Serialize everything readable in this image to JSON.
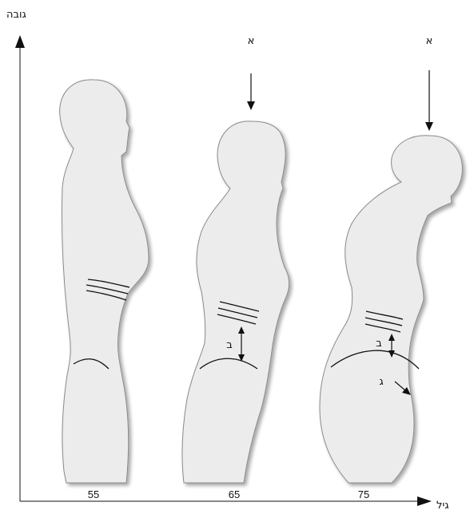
{
  "axes": {
    "y_label": "גובה",
    "x_label": "גיל"
  },
  "figures": [
    {
      "age": "55"
    },
    {
      "age": "65",
      "label_head": "א",
      "label_back": "ב"
    },
    {
      "age": "75",
      "label_head": "א",
      "label_back": "ב",
      "label_hip": "ג"
    }
  ],
  "colors": {
    "body_fill": "#ececec",
    "outline": "#8a8a8a",
    "ink": "#111111"
  }
}
